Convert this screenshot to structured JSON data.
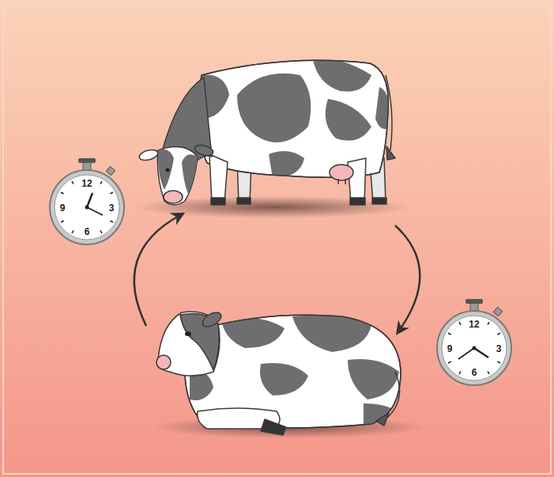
{
  "diagram": {
    "labels": [
      "12",
      "3",
      "6",
      "9",
      "12",
      "3",
      "6",
      "9"
    ]
  }
}
